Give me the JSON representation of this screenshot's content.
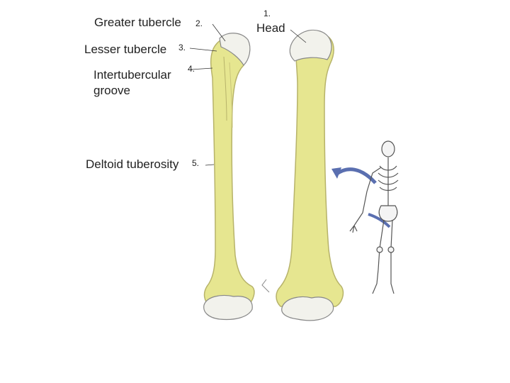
{
  "labels": {
    "greater_tubercle": "Greater tubercle",
    "greater_tubercle_num": "2.",
    "head": "Head",
    "head_num": "1.",
    "lesser_tubercle": "Lesser tubercle",
    "lesser_tubercle_num": "3.",
    "intertubercular_line1": "Intertubercular",
    "intertubercular_line2": "groove",
    "intertubercular_num": "4.",
    "deltoid_tuberosity": "Deltoid tuberosity",
    "deltoid_tuberosity_num": "5."
  },
  "colors": {
    "bone_shaft": "#e6e690",
    "bone_edge": "#b7b36a",
    "bone_end": "#f2f2ec",
    "arrow": "#5a6fb0",
    "skeleton": "#555555"
  }
}
